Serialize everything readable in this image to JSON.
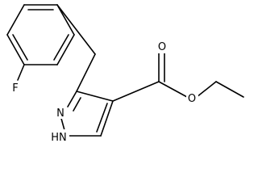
{
  "atoms": {
    "fluorine": "F",
    "nitrogen_2": "N",
    "nitrogen_1_h": "HN",
    "carbonyl_oxygen": "O",
    "ester_oxygen": "O"
  }
}
